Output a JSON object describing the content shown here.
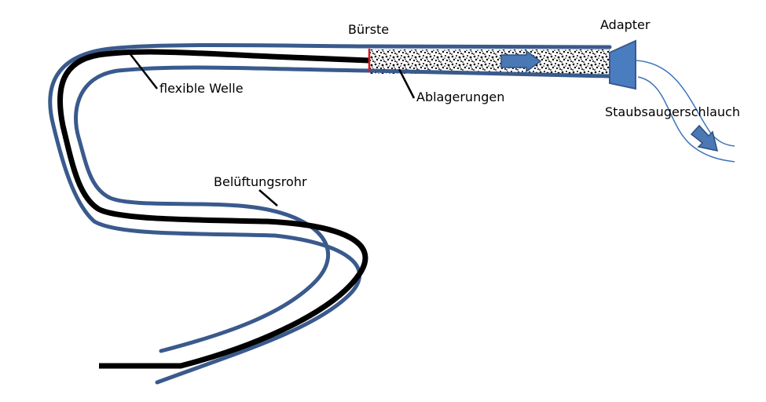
{
  "labels": {
    "buerste": "Bürste",
    "adapter": "Adapter",
    "flexible_welle": "flexible Welle",
    "ablagerungen": "Ablagerungen",
    "staubsaugerschlauch": "Staubsaugerschlauch",
    "belueftungsrohr": "Belüftungsrohr"
  },
  "colors": {
    "pipe": "#3a5a8c",
    "shaft": "#000000",
    "brush": "#e0151b",
    "adapter": "#4a7cc0",
    "hose": "#3c74b8",
    "arrow": "#4a78b4"
  }
}
